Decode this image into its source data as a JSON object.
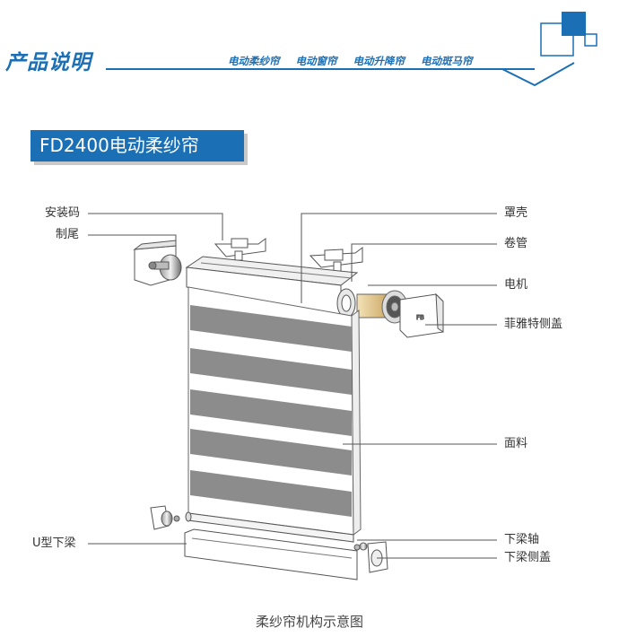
{
  "header": {
    "title": "产品说明",
    "tags": [
      "电动柔纱帘",
      "电动窗帘",
      "电动升降帘",
      "电动斑马帘"
    ]
  },
  "product": {
    "title": "FD2400电动柔纱帘"
  },
  "labels": {
    "mount_bracket": "安装码",
    "brake_tail": "制尾",
    "cover_shell": "罩壳",
    "roller_tube": "卷管",
    "motor": "电机",
    "side_cover": "菲雅特侧盖",
    "fabric": "面料",
    "u_bottom_rail": "U型下梁",
    "bottom_rail_axis": "下梁轴",
    "bottom_side_cover": "下梁侧盖"
  },
  "caption": "柔纱帘机构示意图",
  "colors": {
    "accent": "#1b6fb5",
    "stripe": "#8c8c8c",
    "motor": "#d6b77a"
  }
}
